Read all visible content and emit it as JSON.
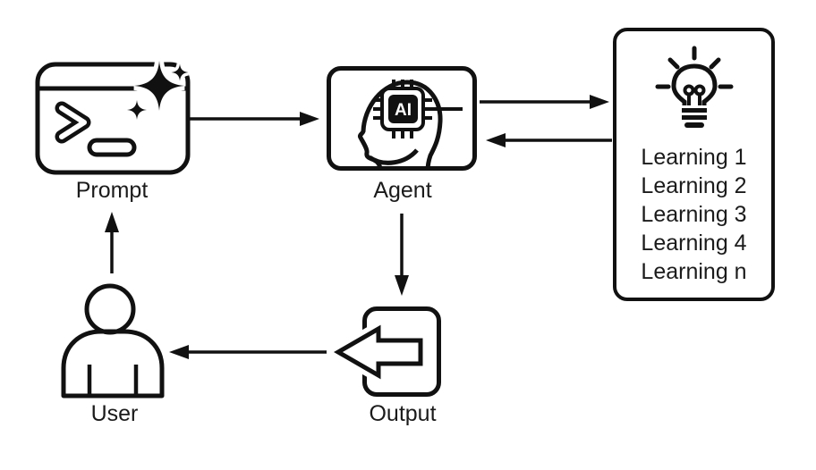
{
  "canvas": {
    "background": "#ffffff",
    "stroke_color": "#111111",
    "text_color": "#1b1b1b"
  },
  "nodes": {
    "prompt": {
      "label": "Prompt",
      "icon": "terminal-sparkle-icon"
    },
    "agent": {
      "label": "Agent",
      "icon": "head-ai-chip-icon",
      "chip_text": "AI"
    },
    "learnings": {
      "icon": "lightbulb-icon",
      "items": [
        "Learning 1",
        "Learning 2",
        "Learning 3",
        "Learning 4",
        "Learning n"
      ]
    },
    "output": {
      "label": "Output",
      "icon": "export-left-arrow-icon"
    },
    "user": {
      "label": "User",
      "icon": "person-icon"
    }
  },
  "edges": [
    {
      "from": "prompt",
      "to": "agent"
    },
    {
      "from": "agent",
      "to": "learnings"
    },
    {
      "from": "learnings",
      "to": "agent"
    },
    {
      "from": "agent",
      "to": "output"
    },
    {
      "from": "output",
      "to": "user"
    },
    {
      "from": "user",
      "to": "prompt"
    }
  ]
}
